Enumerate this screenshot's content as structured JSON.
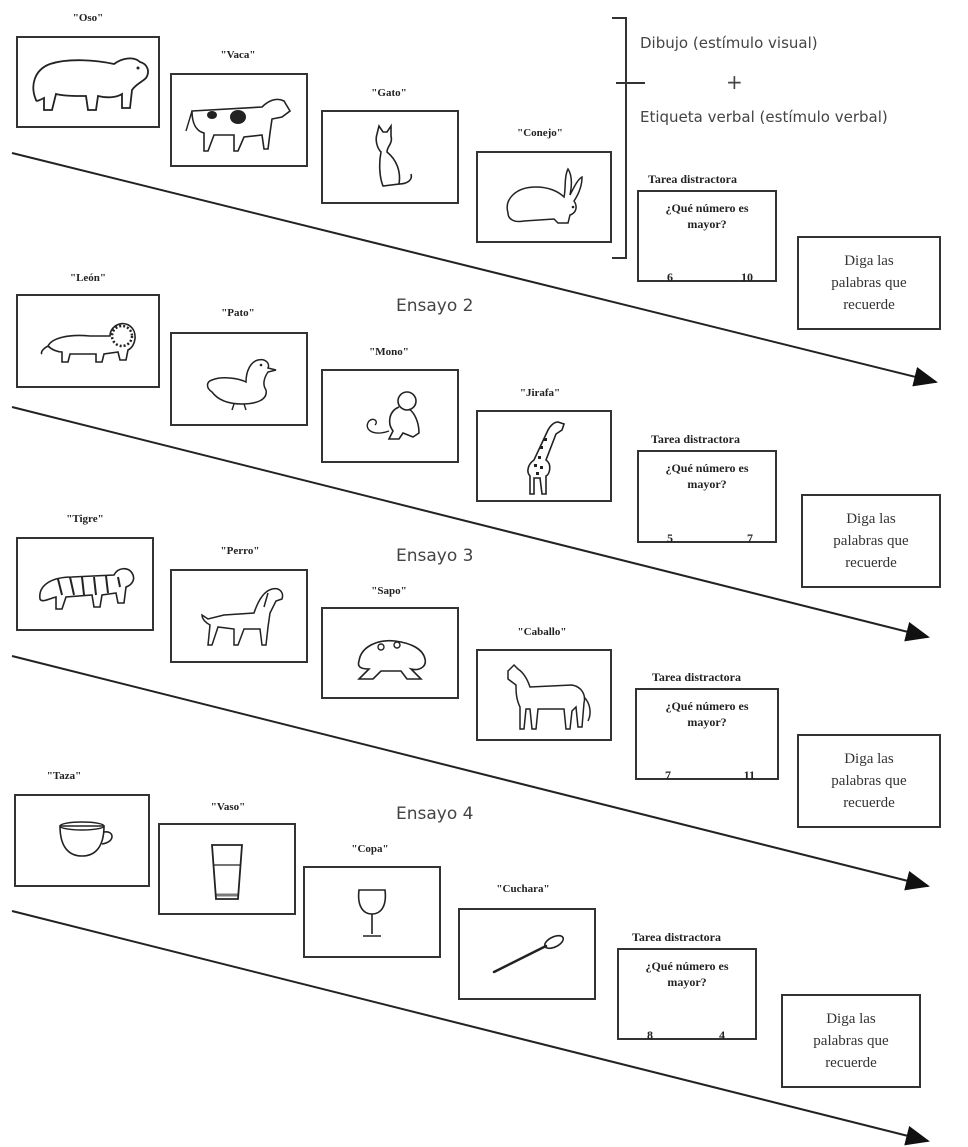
{
  "legend": {
    "visual": "Dibujo (estímulo visual)",
    "plus": "+",
    "verbal": "Etiqueta verbal (estímulo verbal)"
  },
  "trials": [
    {
      "title": "",
      "items": [
        {
          "label": "\"Oso\"",
          "icon": "bear-icon"
        },
        {
          "label": "\"Vaca\"",
          "icon": "cow-icon"
        },
        {
          "label": "\"Gato\"",
          "icon": "cat-icon"
        },
        {
          "label": "\"Conejo\"",
          "icon": "rabbit-icon"
        }
      ],
      "distractor": {
        "title": "Tarea distractora",
        "question": "¿Qué número es mayor?",
        "a": "6",
        "b": "10"
      },
      "recall": "Diga las palabras que recuerde"
    },
    {
      "title": "Ensayo 2",
      "items": [
        {
          "label": "\"León\"",
          "icon": "lion-icon"
        },
        {
          "label": "\"Pato\"",
          "icon": "duck-icon"
        },
        {
          "label": "\"Mono\"",
          "icon": "monkey-icon"
        },
        {
          "label": "\"Jirafa\"",
          "icon": "giraffe-icon"
        }
      ],
      "distractor": {
        "title": "Tarea distractora",
        "question": "¿Qué número es mayor?",
        "a": "5",
        "b": "7"
      },
      "recall": "Diga las palabras que recuerde"
    },
    {
      "title": "Ensayo 3",
      "items": [
        {
          "label": "\"Tigre\"",
          "icon": "tiger-icon"
        },
        {
          "label": "\"Perro\"",
          "icon": "dog-icon"
        },
        {
          "label": "\"Sapo\"",
          "icon": "frog-icon"
        },
        {
          "label": "\"Caballo\"",
          "icon": "horse-icon"
        }
      ],
      "distractor": {
        "title": "Tarea distractora",
        "question": "¿Qué número es mayor?",
        "a": "7",
        "b": "11"
      },
      "recall": "Diga las palabras que recuerde"
    },
    {
      "title": "Ensayo 4",
      "items": [
        {
          "label": "\"Taza\"",
          "icon": "cup-icon"
        },
        {
          "label": "\"Vaso\"",
          "icon": "glass-icon"
        },
        {
          "label": "\"Copa\"",
          "icon": "wine-glass-icon"
        },
        {
          "label": "\"Cuchara\"",
          "icon": "spoon-icon"
        }
      ],
      "distractor": {
        "title": "Tarea distractora",
        "question": "¿Qué número es mayor?",
        "a": "8",
        "b": "4"
      },
      "recall": "Diga las palabras que recuerde"
    }
  ]
}
